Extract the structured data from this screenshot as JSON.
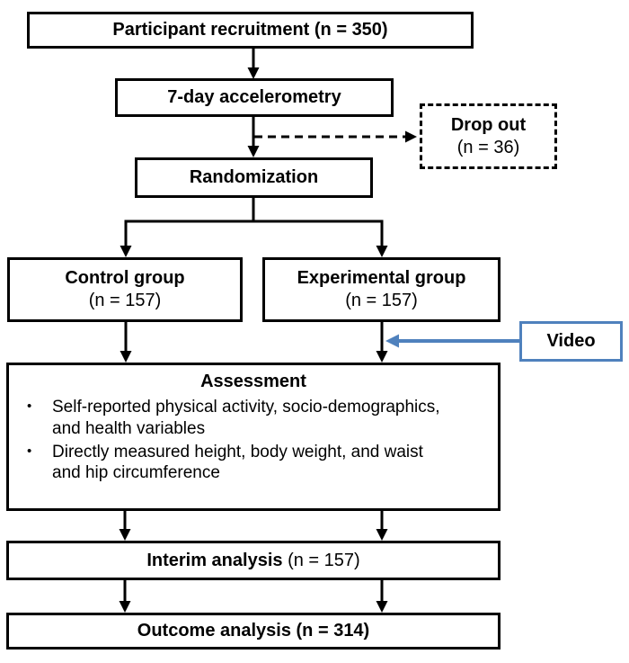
{
  "diagram": {
    "bullet_char": "•",
    "colors": {
      "accent": "#4F81BD",
      "line": "#000000",
      "background": "#FFFFFF"
    },
    "nodes": {
      "recruitment": {
        "label": "Participant recruitment (n = 350)"
      },
      "accelerometry": {
        "label": "7-day accelerometry"
      },
      "dropout": {
        "label": "Drop out",
        "sub": "(n = 36)"
      },
      "randomization": {
        "label": "Randomization"
      },
      "control": {
        "label": "Control group",
        "sub": "(n = 157)"
      },
      "experimental": {
        "label": "Experimental group",
        "sub": "(n = 157)"
      },
      "video": {
        "label": "Video"
      },
      "assessment": {
        "title": "Assessment",
        "bullets": [
          "Self-reported physical activity, socio-demographics, and health variables",
          "Directly measured height, body weight, and waist and hip circumference"
        ]
      },
      "interim": {
        "label": "Interim analysis",
        "sub": "(n = 157)"
      },
      "outcome": {
        "label": "Outcome analysis (n = 314)"
      }
    }
  }
}
